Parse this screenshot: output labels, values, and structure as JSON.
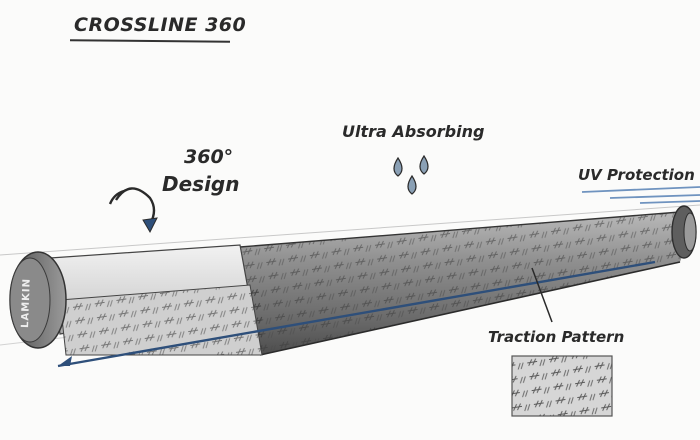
{
  "title": "CROSSLINE 360",
  "labels": {
    "design_360_line1": "360°",
    "design_360_line2": "Design",
    "ultra_absorbing": "Ultra Absorbing",
    "uv_protection": "UV Protection",
    "traction_pattern": "Traction Pattern"
  },
  "brand_on_cap": "LAMKIN",
  "colors": {
    "ink": "#2a2a2a",
    "grip_dark": "#6b6b6b",
    "grip_light": "#d9d9d9",
    "drop_blue": "#8aa0b5",
    "arrow_blue": "#2e4f7a",
    "uv_blue": "#6f93bf"
  },
  "icons": [
    "rotate-arrow-icon",
    "water-drop-icon",
    "uv-lines-icon",
    "length-arrow-icon",
    "traction-swatch-icon"
  ]
}
